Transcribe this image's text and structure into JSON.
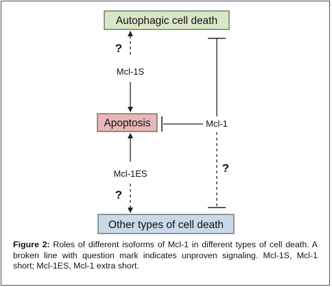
{
  "nodes": {
    "autophagic": {
      "label": "Autophagic cell death",
      "fill": "#d8e8c6"
    },
    "apoptosis": {
      "label": "Apoptosis",
      "fill": "#e9b6b6"
    },
    "other": {
      "label": "Other types of cell death",
      "fill": "#c9d9ea"
    }
  },
  "labels": {
    "mcl1s": "Mcl-1S",
    "mcl1": "Mcl-1",
    "mcl1es": "Mcl-1ES",
    "question_top": "?",
    "question_right": "?",
    "question_bottom": "?"
  },
  "caption": {
    "prefix": "Figure 2:",
    "text": " Roles of different isoforms of Mcl-1 in different types of cell death. A broken line with question mark indicates unproven signaling. Mcl-1S, Mcl-1 short; Mcl-1ES, Mcl-1 extra short."
  }
}
